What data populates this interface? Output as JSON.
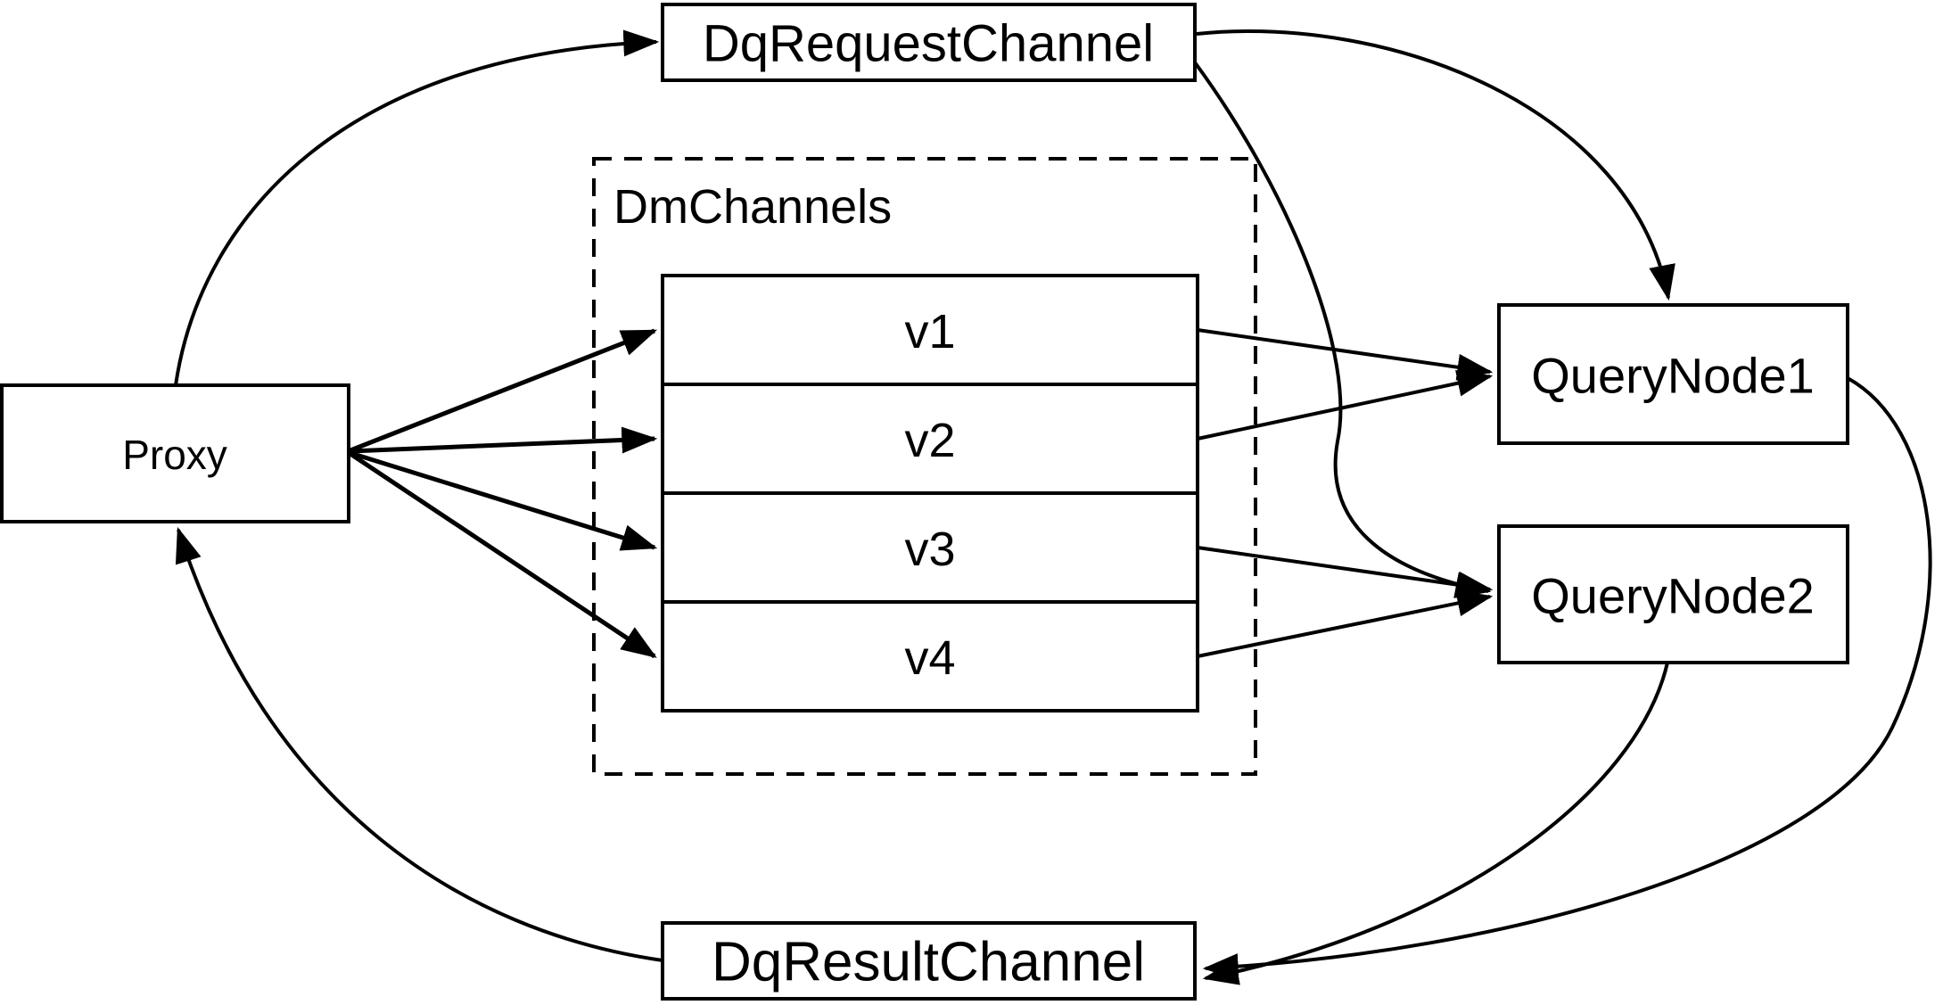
{
  "diagram": {
    "background_color": "#ffffff",
    "line_color": "#000000",
    "nodes": {
      "dq_request_channel": {
        "label": "DqRequestChannel"
      },
      "proxy": {
        "label": "Proxy"
      },
      "dm_channels": {
        "label": "DmChannels",
        "channels": [
          "v1",
          "v2",
          "v3",
          "v4"
        ]
      },
      "query_node_1": {
        "label": "QueryNode1"
      },
      "query_node_2": {
        "label": "QueryNode2"
      },
      "dq_result_channel": {
        "label": "DqResultChannel"
      }
    },
    "edges": [
      {
        "from": "Proxy",
        "to": "DqRequestChannel"
      },
      {
        "from": "DqRequestChannel",
        "to": "QueryNode1"
      },
      {
        "from": "DqRequestChannel",
        "to": "QueryNode2"
      },
      {
        "from": "Proxy",
        "to": "v1"
      },
      {
        "from": "Proxy",
        "to": "v2"
      },
      {
        "from": "Proxy",
        "to": "v3"
      },
      {
        "from": "Proxy",
        "to": "v4"
      },
      {
        "from": "v1",
        "to": "QueryNode1"
      },
      {
        "from": "v2",
        "to": "QueryNode1"
      },
      {
        "from": "v3",
        "to": "QueryNode2"
      },
      {
        "from": "v4",
        "to": "QueryNode2"
      },
      {
        "from": "QueryNode1",
        "to": "DqResultChannel"
      },
      {
        "from": "QueryNode2",
        "to": "DqResultChannel"
      },
      {
        "from": "DqResultChannel",
        "to": "Proxy"
      }
    ]
  }
}
